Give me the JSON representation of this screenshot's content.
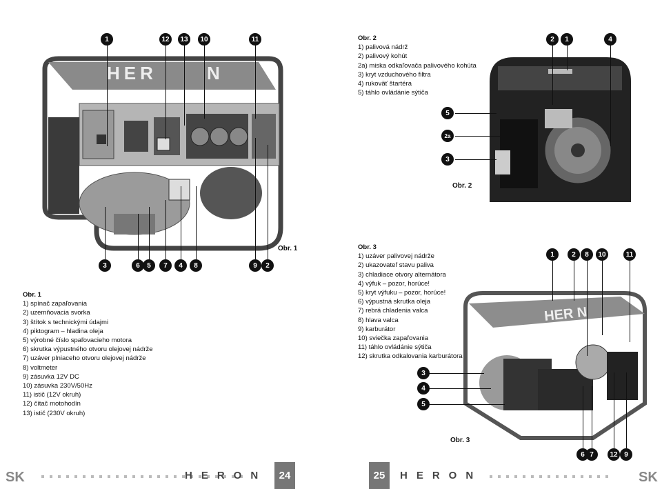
{
  "fig1": {
    "caption": "Obr. 1",
    "callouts_top": [
      "1",
      "12",
      "13",
      "10",
      "11"
    ],
    "callouts_bottom": [
      "3",
      "6",
      "5",
      "7",
      "4",
      "8",
      "9",
      "2"
    ],
    "legend_title": "Obr. 1",
    "legend": [
      "1)  spínač zapaľovania",
      "2)  uzemňovacia svorka",
      "3)  štítok s technickými údajmi",
      "4)  piktogram – hladina oleja",
      "5)  výrobné číslo spaľovacieho motora",
      "6)  skrutka výpustného otvoru olejovej nádrže",
      "7)  uzáver plniaceho otvoru olejovej nádrže",
      "8)  voltmeter",
      "9)  zásuvka 12V DC",
      "10)  zásuvka 230V/50Hz",
      "11)  istič (12V okruh)",
      "12)  čítač motohodín",
      "13)  istič (230V okruh)"
    ]
  },
  "fig2": {
    "caption": "Obr. 2",
    "callouts_top": [
      "2",
      "1",
      "4"
    ],
    "callouts_side": [
      "5",
      "2a",
      "3"
    ],
    "legend_title": "Obr. 2",
    "legend": [
      "1)  palivová nádrž",
      "2)  palivový kohút",
      "2a)  miska odkaľovača palivového kohúta",
      "3)  kryt vzduchového filtra",
      "4)  rukoväť štartéra",
      "5)  táhlo ovládánie sýtiča"
    ]
  },
  "fig3": {
    "caption": "Obr. 3",
    "callouts_top": [
      "1",
      "2",
      "8",
      "10",
      "11"
    ],
    "callouts_side": [
      "3",
      "4",
      "5"
    ],
    "callouts_bottom": [
      "6",
      "7",
      "12",
      "9"
    ],
    "legend_title": "Obr. 3",
    "legend": [
      "1)  uzáver palivovej nádrže",
      "2)  ukazovateľ stavu paliva",
      "3)  chladiace otvory alternátora",
      "4)  výfuk – pozor, horúce!",
      "5)  kryt výfuku – pozor, horúce!",
      "6)  výpustná skrutka oleja",
      "7)  rebrá chladenia valca",
      "8)  hlava valca",
      "9)  karburátor",
      "10)  sviečka zapaľovania",
      "11)  táhlo ovládánie sýtiča",
      "12)  skrutka odkalovania karburátora"
    ]
  },
  "footer": {
    "lang_left": "SK",
    "lang_right": "SK",
    "brand": "HERON",
    "page_left": "24",
    "page_right": "25"
  }
}
